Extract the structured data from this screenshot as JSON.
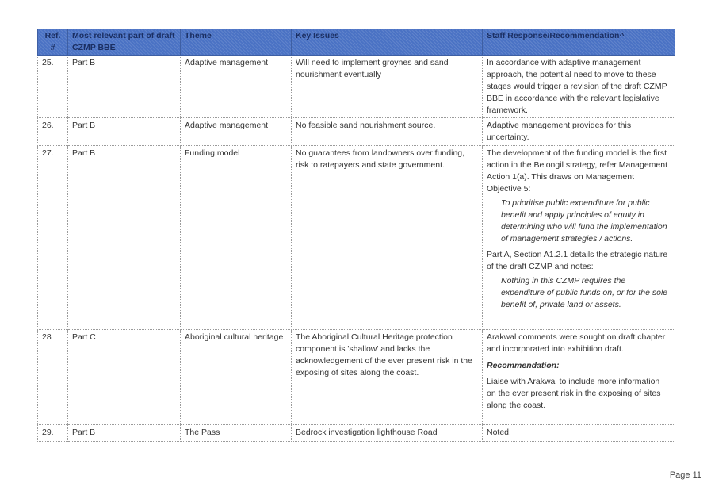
{
  "table": {
    "headers": {
      "ref": "Ref. #",
      "part": "Most relevant part of draft CZMP BBE",
      "theme": "Theme",
      "issues": "Key Issues",
      "response": "Staff Response/Recommendation^"
    },
    "rows": [
      {
        "ref": "25.",
        "part": "Part B",
        "theme": "Adaptive management",
        "issues": "Will need to implement groynes and sand nourishment eventually",
        "response": "In accordance with adaptive management approach, the potential need to move to these stages would trigger a revision of the draft CZMP BBE in accordance with the relevant legislative framework."
      },
      {
        "ref": "26.",
        "part": "Part B",
        "theme": "Adaptive management",
        "issues": "No feasible sand nourishment source.",
        "response": "Adaptive management provides for this uncertainty."
      },
      {
        "ref": "27.",
        "part": "Part B",
        "theme": "Funding model",
        "issues": "No guarantees from landowners over funding, risk to ratepayers and state government.",
        "response_intro": "The development of the funding model is the first action in the Belongil strategy, refer Management Action 1(a). This draws on Management Objective 5:",
        "response_quote1": "To prioritise public expenditure for public benefit and apply principles of equity in determining who will fund the implementation of management strategies / actions.",
        "response_mid": "Part A, Section A1.2.1 details the strategic nature of the draft CZMP and notes:",
        "response_quote2": "Nothing in this CZMP requires the expenditure of public funds on, or for the sole benefit of, private land or assets."
      },
      {
        "ref": "28",
        "part": "Part C",
        "theme": "Aboriginal cultural heritage",
        "issues": "The Aboriginal Cultural Heritage protection component is 'shallow' and lacks the acknowledgement of the ever present risk in the exposing of sites along the coast.",
        "response_intro": "Arakwal comments were sought on draft chapter and incorporated into exhibition draft.",
        "response_reco_heading": "Recommendation:",
        "response_reco": "Liaise with Arakwal to include more information on the ever present risk in the exposing of sites along the coast."
      },
      {
        "ref": "29.",
        "part": "Part B",
        "theme": "The Pass",
        "issues": "Bedrock investigation lighthouse Road",
        "response": "Noted."
      }
    ]
  },
  "footer": {
    "page_label": "Page 11"
  }
}
